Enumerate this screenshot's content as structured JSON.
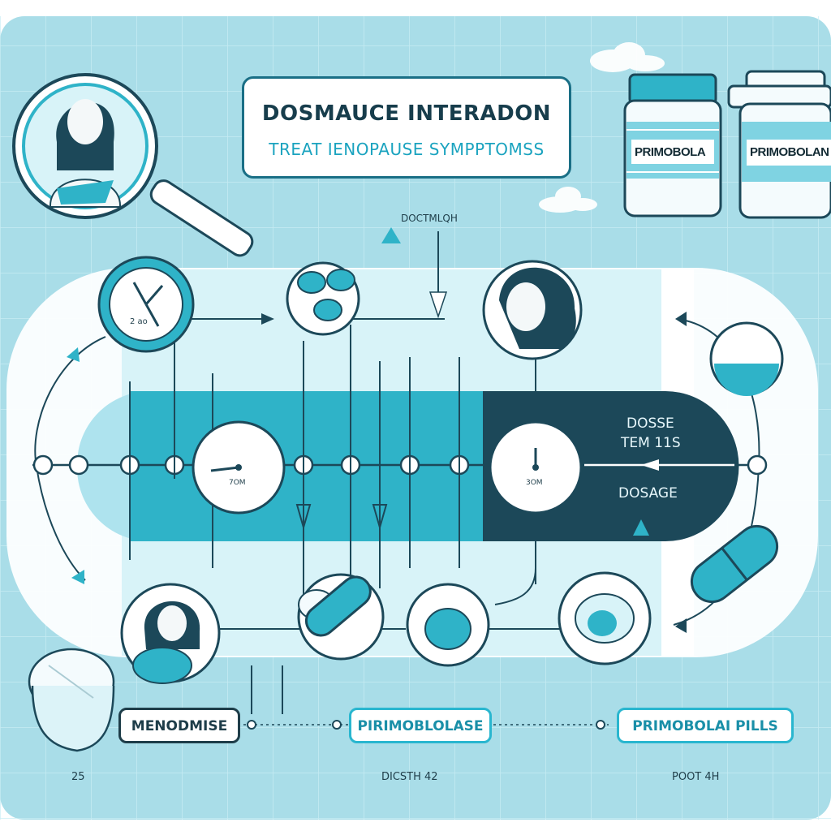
{
  "title": "DOSMAUCE INTERADON",
  "subtitle": "TREAT IENOPAUSE SYMPPTOMSS",
  "top_marker_label": "DOCTMLQH",
  "bottles": [
    {
      "label": "PRIMOBOLA"
    },
    {
      "label": "PRIMOBOLAN"
    }
  ],
  "clocks": [
    {
      "caption": "2 ao"
    },
    {
      "caption": "7OM"
    },
    {
      "caption": "3OM"
    }
  ],
  "dosage_panel": {
    "line1": "DOSSE",
    "line2": "TEM 11S",
    "line3": "DOSAGE"
  },
  "tags": [
    {
      "label": "MENODMISE",
      "border": "#1e3d49",
      "text": "#1e3d49"
    },
    {
      "label": "PIRIMOBLOLASE",
      "border": "#29b6cf",
      "text": "#1a8fa8"
    },
    {
      "label": "PRIMOBOLAI PILLS",
      "border": "#29b6cf",
      "text": "#1a8fa8"
    }
  ],
  "footer": {
    "left": "25",
    "center": "DICSTH 42",
    "right": "POOT 4H"
  },
  "colors": {
    "teal": "#2fb3c8",
    "dark_navy": "#1c4859",
    "light_bg": "#a9dde8",
    "pale_band": "#d8f3f8"
  },
  "icons": [
    "magnifier-icon",
    "woman-icon",
    "pill-bottle-icon",
    "clock-icon",
    "pills-icon",
    "capsule-icon",
    "cloud-icon"
  ]
}
